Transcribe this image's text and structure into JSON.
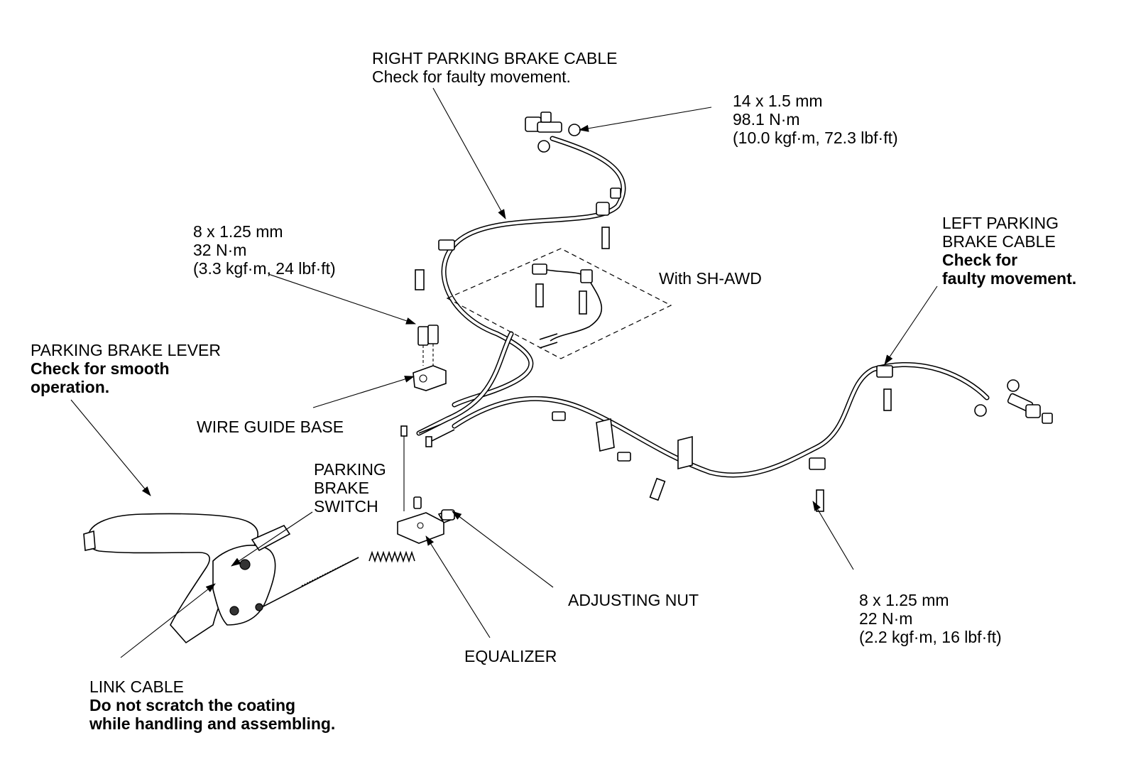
{
  "labels": {
    "right_cable": {
      "line1": "RIGHT PARKING BRAKE CABLE",
      "line2": "Check for faulty movement."
    },
    "torque_14": {
      "line1": "14 x 1.5 mm",
      "line2": "98.1 N·m",
      "line3": "(10.0 kgf·m, 72.3 lbf·ft)"
    },
    "torque_8_32": {
      "line1": "8 x 1.25 mm",
      "line2": "32 N·m",
      "line3": "(3.3 kgf·m, 24 lbf·ft)"
    },
    "left_cable": {
      "line1": "LEFT PARKING",
      "line2": "BRAKE CABLE",
      "line3": "Check for",
      "line4": "faulty movement."
    },
    "sh_awd": "With SH-AWD",
    "lever": {
      "line1": "PARKING BRAKE LEVER",
      "line2": "Check for smooth",
      "line3": "operation."
    },
    "wire_guide": "WIRE GUIDE BASE",
    "switch": {
      "line1": "PARKING",
      "line2": "BRAKE",
      "line3": "SWITCH"
    },
    "adjusting_nut": "ADJUSTING NUT",
    "torque_8_22": {
      "line1": "8 x 1.25 mm",
      "line2": "22 N·m",
      "line3": "(2.2 kgf·m, 16 lbf·ft)"
    },
    "equalizer": "EQUALIZER",
    "link_cable": {
      "line1": "LINK CABLE",
      "line2": "Do not scratch the coating",
      "line3": "while handling and assembling."
    }
  }
}
